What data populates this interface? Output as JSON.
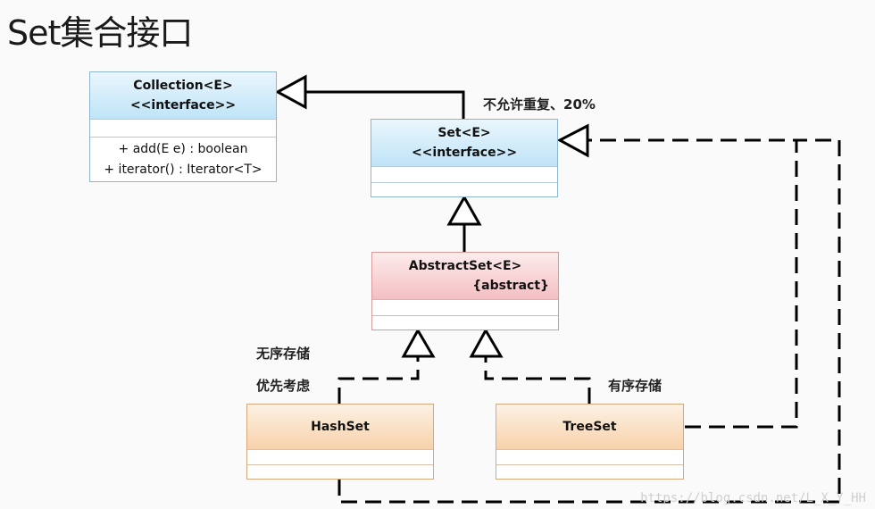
{
  "title": "Set集合接口",
  "classes": {
    "collection": {
      "name": "Collection<E>",
      "stereotype": "<<interface>>",
      "methods": [
        "+ add(E e) : boolean",
        "+ iterator() : Iterator<T>"
      ]
    },
    "set": {
      "name": "Set<E>",
      "stereotype": "<<interface>>"
    },
    "abstract_set": {
      "name": "AbstractSet<E>",
      "stereotype": "{abstract}"
    },
    "hash_set": {
      "name": "HashSet"
    },
    "tree_set": {
      "name": "TreeSet"
    }
  },
  "notes": {
    "set_note": "不允许重复、20%",
    "hash_note_1": "无序存储",
    "hash_note_2": "优先考虑",
    "tree_note": "有序存储"
  },
  "watermark": "https://blog.csdn.net/L_X_Y_HH",
  "colors": {
    "interface": "#bfe4f7",
    "abstract": "#f4bfc2",
    "concrete": "#f7d2ab"
  }
}
